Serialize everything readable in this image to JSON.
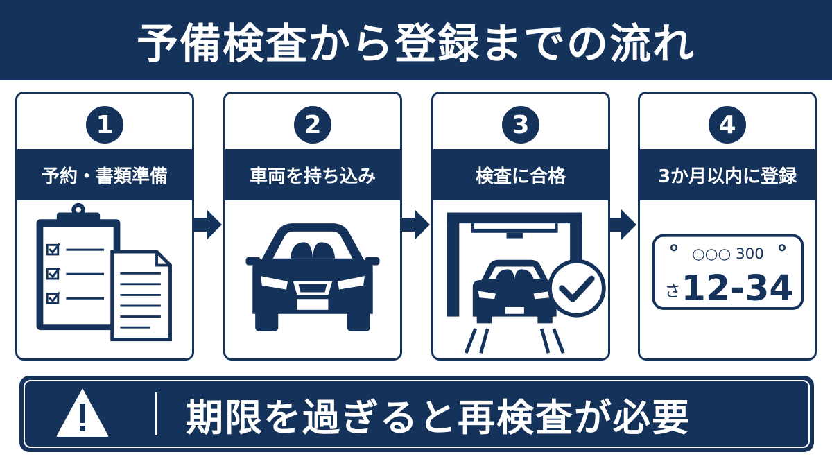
{
  "title": "予備検査から登録までの流れ",
  "colors": {
    "navy": "#14325a",
    "white": "#ffffff"
  },
  "steps": [
    {
      "number": "1",
      "label": "予約・書類準備",
      "icon": "clipboard-documents-icon"
    },
    {
      "number": "2",
      "label": "車両を持ち込み",
      "icon": "car-front-icon"
    },
    {
      "number": "3",
      "label": "検査に合格",
      "icon": "inspection-gate-check-icon"
    },
    {
      "number": "4",
      "label": "3か月以内に登録",
      "icon": "license-plate-icon"
    }
  ],
  "plate": {
    "top": "○○○ 300",
    "kana": "さ",
    "number": "12-34"
  },
  "warning": {
    "icon": "warning-triangle-icon",
    "text": "期限を過ぎると再検査が必要"
  }
}
